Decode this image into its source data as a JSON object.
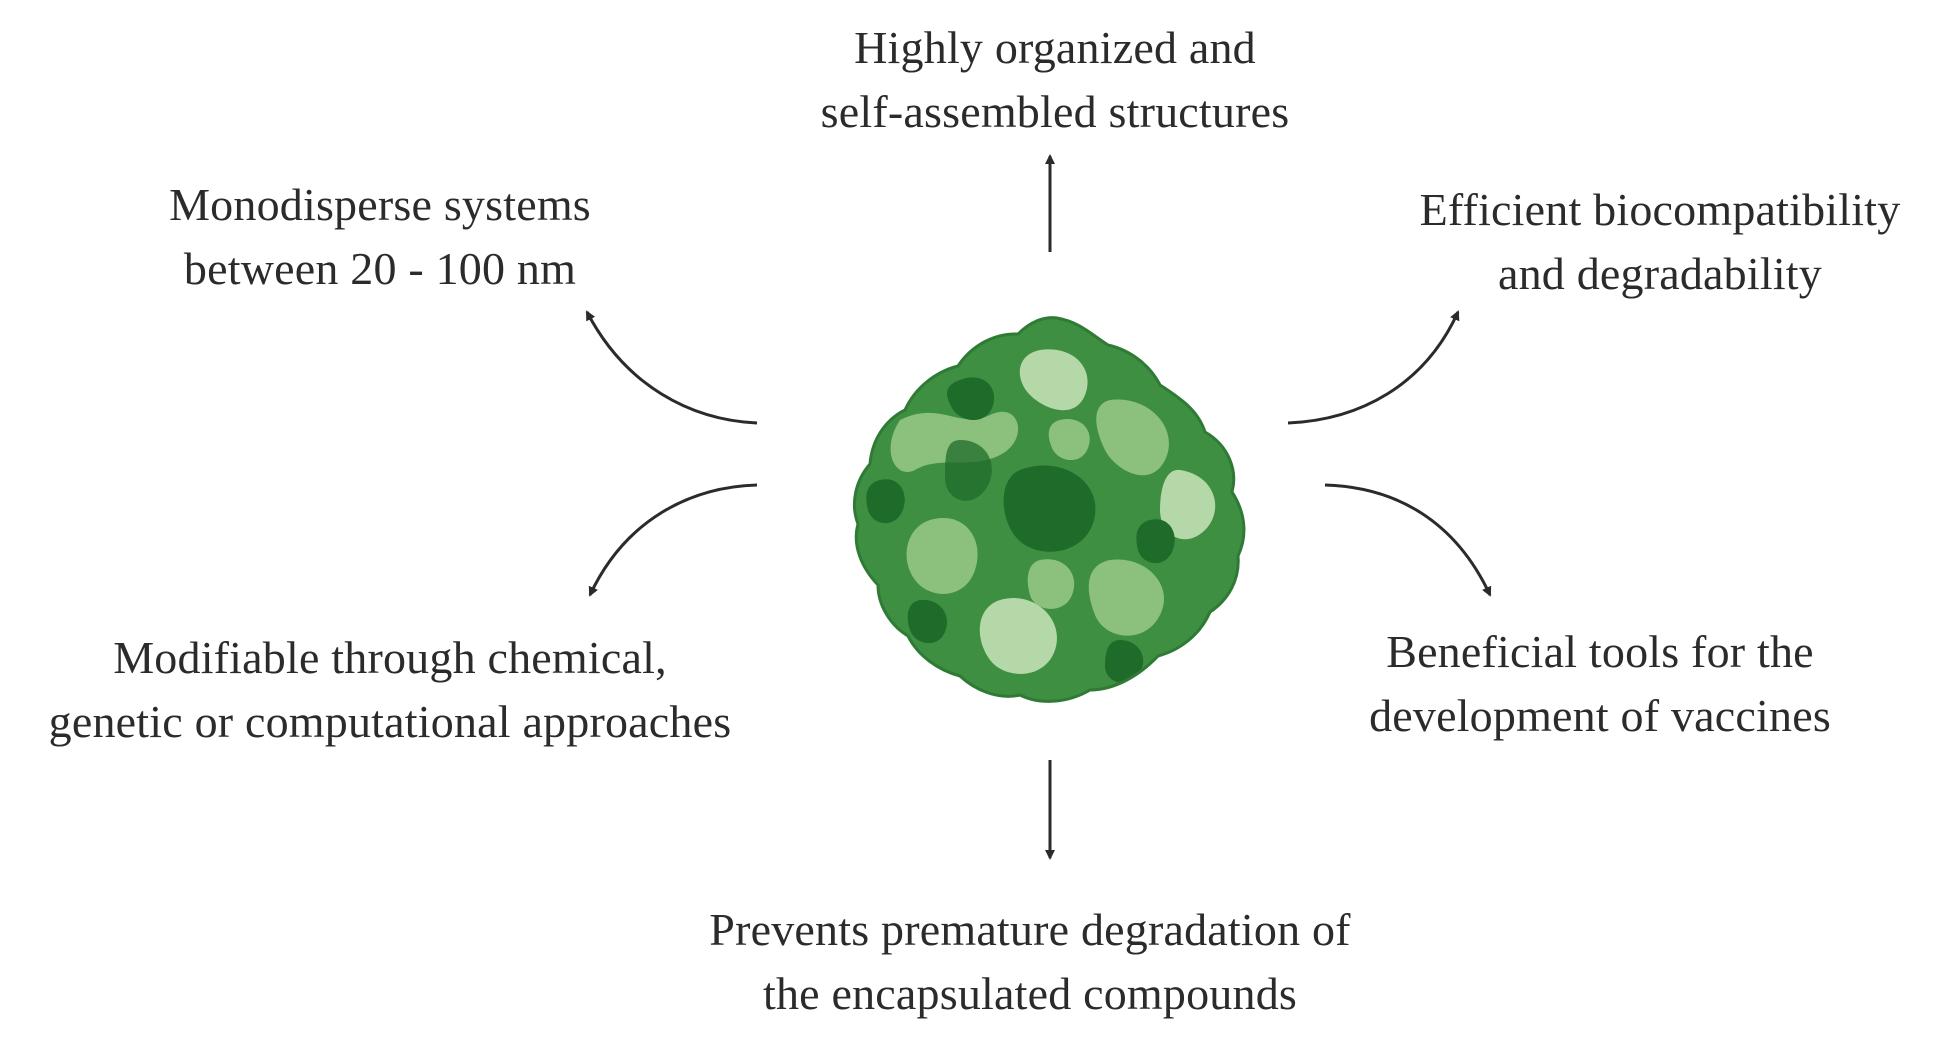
{
  "nodes": {
    "top": {
      "line1": "Highly organized and",
      "line2": "self-assembled structures"
    },
    "top_left": {
      "line1": "Monodisperse systems",
      "line2": "between 20 - 100 nm"
    },
    "top_right": {
      "line1": "Efficient biocompatibility",
      "line2": "and degradability"
    },
    "bottom_left": {
      "line1": "Modifiable through chemical,",
      "line2": "genetic or computational approaches"
    },
    "bottom_right": {
      "line1": "Beneficial tools for the",
      "line2": "development of vaccines"
    },
    "bottom": {
      "line1": "Prevents premature degradation of",
      "line2": "the encapsulated compounds"
    }
  },
  "colors": {
    "arrow": "#2b2b2b",
    "particle_dark": "#1f6b2a",
    "particle_mid": "#3f8f43",
    "particle_light": "#8cc07d",
    "particle_pale": "#b5d8a8"
  },
  "center_icon": "virus-like-particle-icon"
}
